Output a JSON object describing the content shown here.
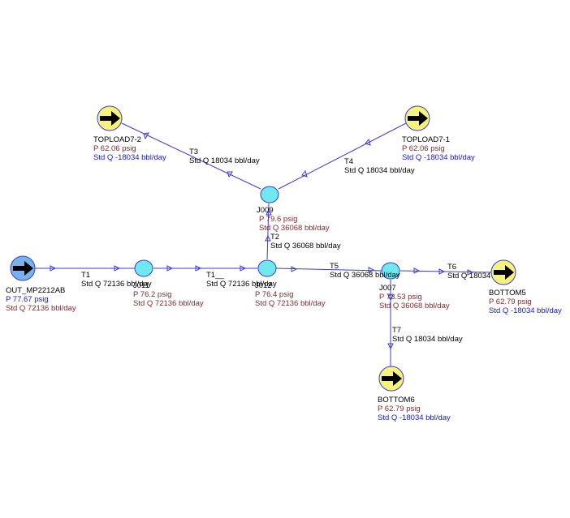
{
  "nodes": {
    "topload7_2": {
      "name": "TOPLOAD7-2",
      "p": "P 62.06 psig",
      "q": "Std Q -18034 bbl/day"
    },
    "topload7_1": {
      "name": "TOPLOAD7-1",
      "p": "P 62.06 psig",
      "q": "Std Q -18034 bbl/day"
    },
    "j009": {
      "name": "J009",
      "p": "P 79.6 psig",
      "q": "Std Q 36068 bbl/day"
    },
    "out_mp": {
      "name": "OUT_MP2212AB",
      "p": "P 77.67 psig",
      "q": "Std Q 72136 bbl/day"
    },
    "j011": {
      "name": "J011",
      "p": "P 76.2 psig",
      "q": "Std Q 72136 bbl/day"
    },
    "j012": {
      "name": "J012",
      "p": "P 76.4 psig",
      "q": "Std Q 72136 bbl/day"
    },
    "j007": {
      "name": "J007",
      "p": "P 73.53 psig",
      "q": "Std Q 36068 bbl/day"
    },
    "bottom5": {
      "name": "BOTTOM5",
      "p": "P 62.79 psig",
      "q": "Std Q -18034 bbl/day"
    },
    "bottom6": {
      "name": "BOTTOM6",
      "p": "P 62.79 psig",
      "q": "Std Q -18034 bbl/day"
    }
  },
  "pipes": {
    "t1": {
      "name": "T1",
      "q": "Std Q 72136 bbl/day"
    },
    "t1b": {
      "name": "T1__",
      "q": "Std Q 72136 bbl/day"
    },
    "t2": {
      "name": "T2",
      "q": "Std Q 36068 bbl/day"
    },
    "t3": {
      "name": "T3",
      "q": "Std Q 18034 bbl/day"
    },
    "t4": {
      "name": "T4",
      "q": "Std Q 18034 bbl/day"
    },
    "t5": {
      "name": "T5",
      "q": "Std Q 36068 bbl/day"
    },
    "t6": {
      "name": "T6",
      "q": "Std Q 18034"
    },
    "t7": {
      "name": "T7",
      "q": "Std Q 18034 bbl/day"
    }
  },
  "colors": {
    "pipe": "#3d3dc8",
    "junction_fill": "#6fe8f0",
    "sink_fill": "#f7f37a",
    "source_fill": "#76b2ee",
    "pressure_text": "#7a2e2e",
    "boundary_text": "#1a1acc"
  },
  "icons": {
    "sink": "right-arrow-icon",
    "source": "right-arrow-icon"
  }
}
